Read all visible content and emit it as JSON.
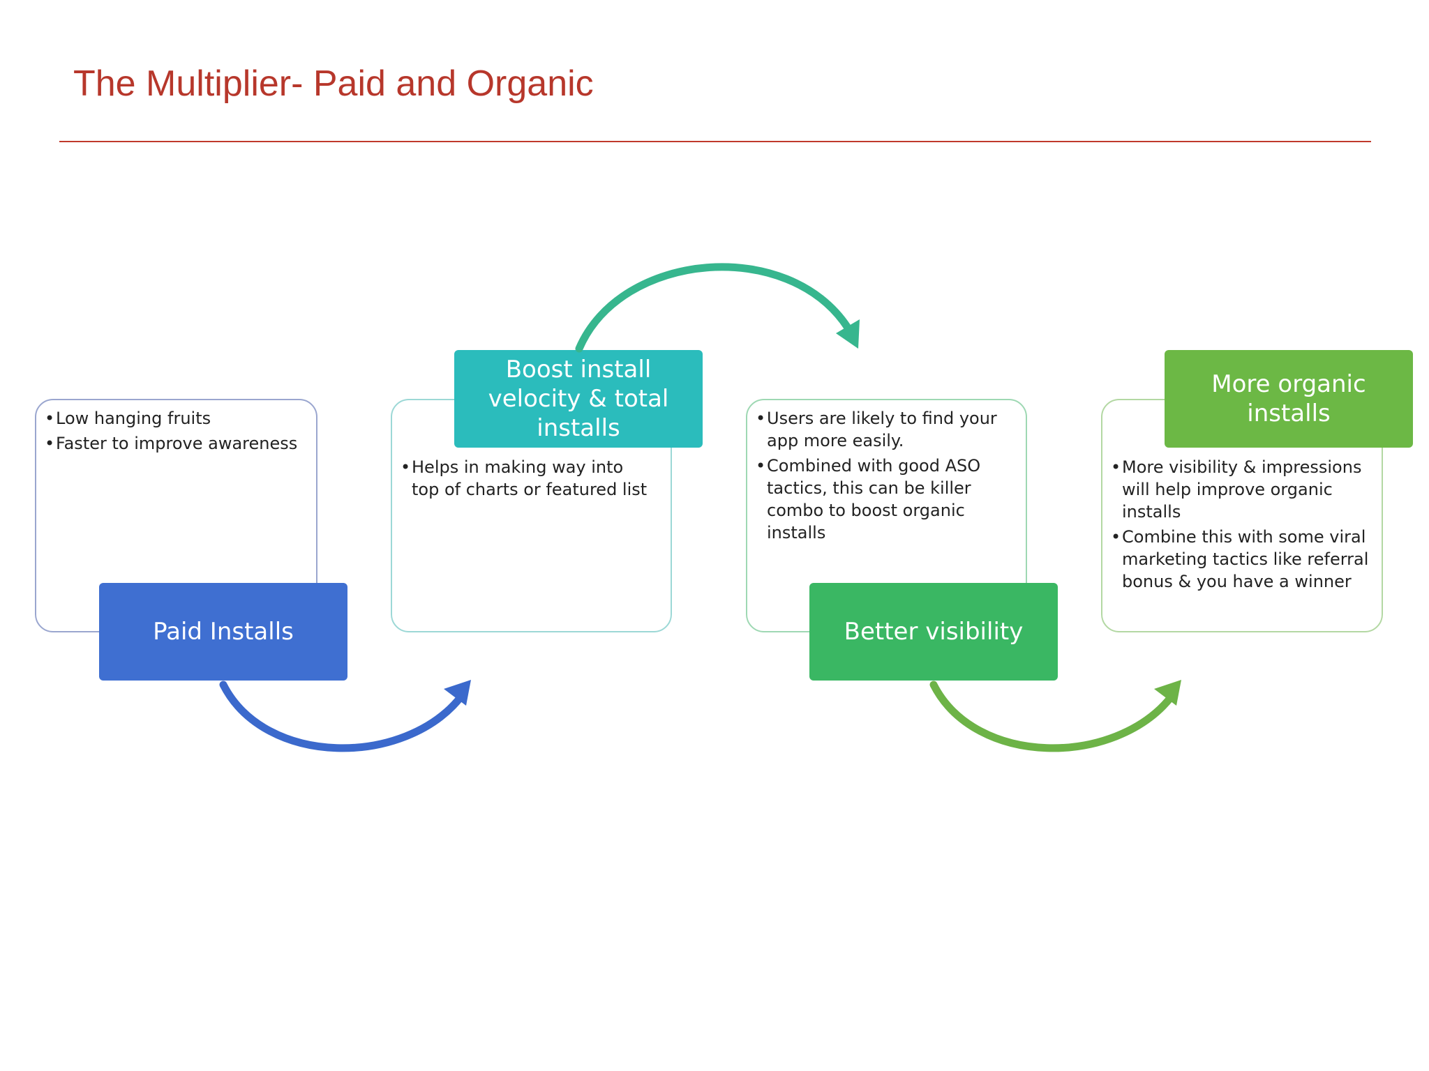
{
  "title": "The Multiplier- Paid and Organic",
  "colors": {
    "title": "#b7372b",
    "rule": "#c0392b",
    "paid": "#3f6fd1",
    "boost": "#2bbcbc",
    "better": "#3ab763",
    "organic": "#6cb845",
    "arrow_top": "#37b68e",
    "arrow_blue": "#3b69cc",
    "arrow_green": "#6db347"
  },
  "steps": [
    {
      "label": "Paid Installs",
      "bullets": [
        "Low hanging fruits",
        "Faster to improve awareness"
      ]
    },
    {
      "label": "Boost install velocity & total installs",
      "bullets": [
        "Helps in making way into top of charts or featured list"
      ]
    },
    {
      "label": "Better visibility",
      "bullets": [
        "Users are likely to find your app more easily.",
        "Combined with good ASO tactics, this can be killer combo to boost organic installs"
      ]
    },
    {
      "label": "More organic installs",
      "bullets": [
        "More visibility & impressions will help improve organic installs",
        "Combine this with some viral marketing tactics like referral bonus & you have a winner"
      ]
    }
  ]
}
